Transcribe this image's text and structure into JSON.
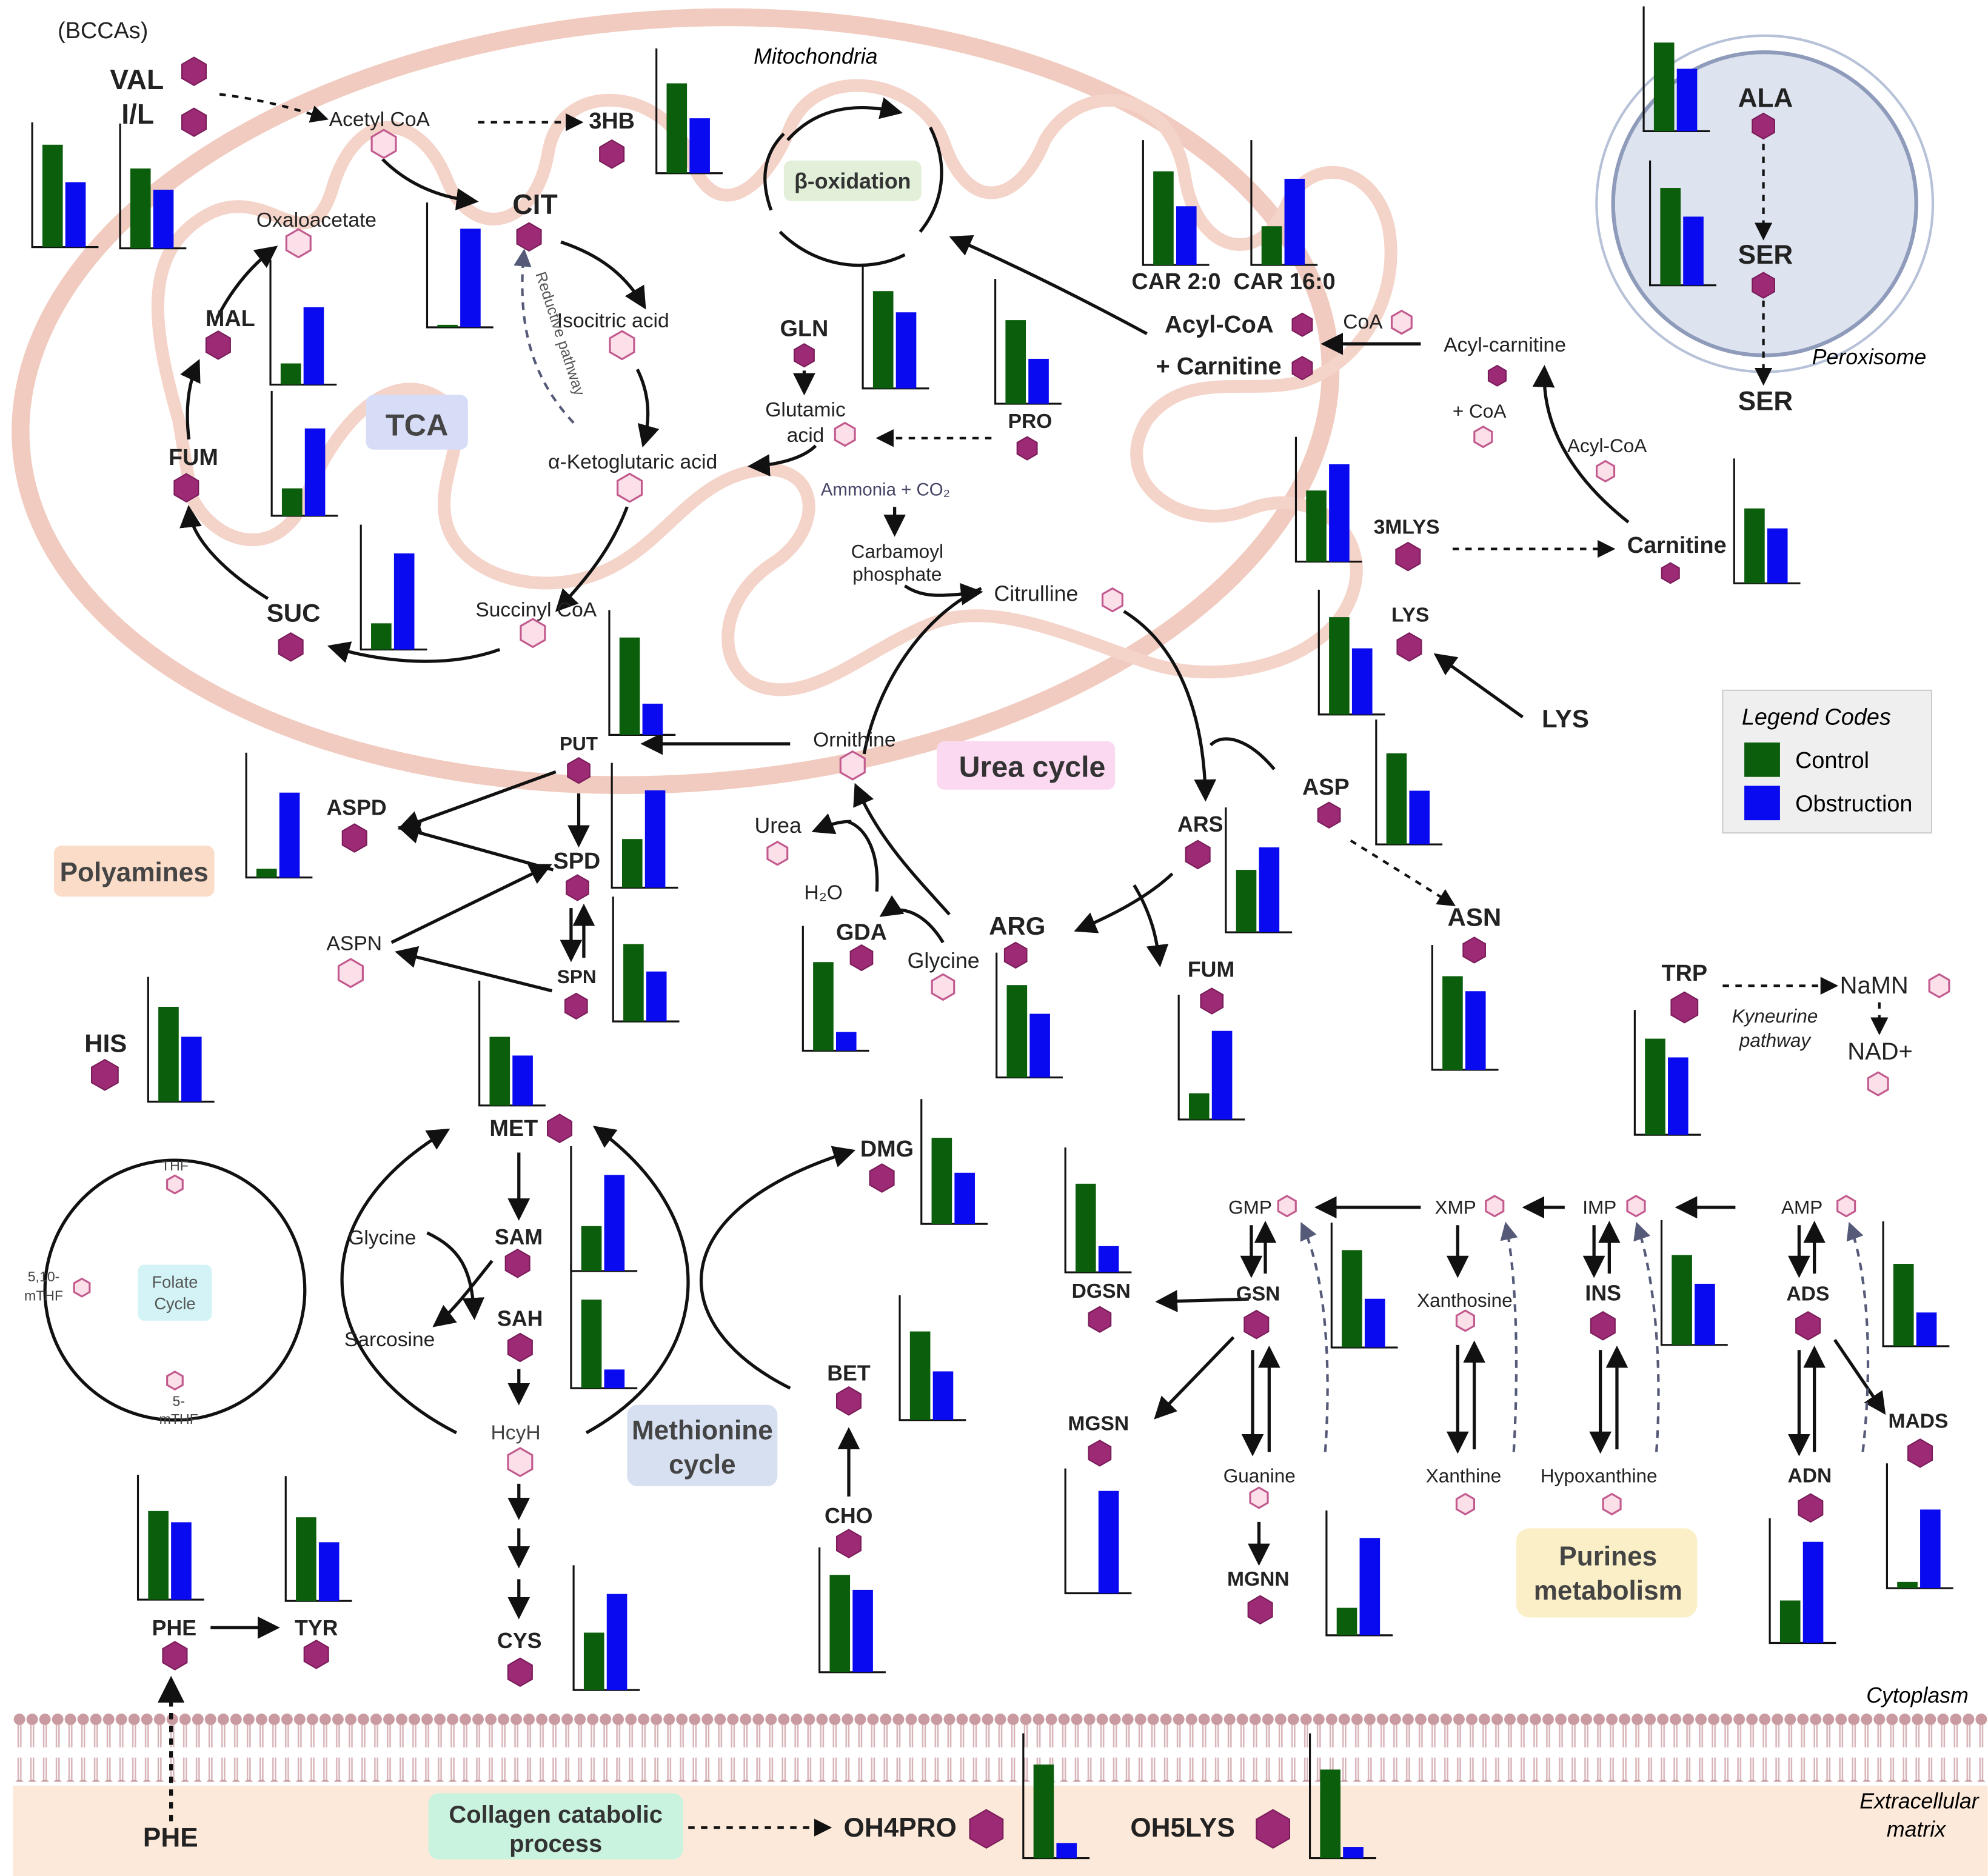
{
  "colors": {
    "control": "#0b5e0b",
    "obstruction": "#0a0af0",
    "hex_dark": "#9c2a74",
    "hex_light": "#fbe0ea",
    "mito": "#f3c9bd",
    "bg_matrix": "#fde9d9"
  },
  "compartments": {
    "mitochondria": "Mitochondria",
    "peroxisome": "Peroxisome",
    "cytoplasm": "Cytoplasm",
    "extracellular": [
      "Extracellular",
      "matrix"
    ]
  },
  "pathway_boxes": {
    "tca": "TCA",
    "beta_ox": "β-oxidation",
    "urea": "Urea cycle",
    "polyamines": "Polyamines",
    "folate": [
      "Folate",
      "Cycle"
    ],
    "methionine": [
      "Methionine",
      "cycle"
    ],
    "purines": [
      "Purines",
      "metabolism"
    ],
    "collagen": [
      "Collagen catabolic",
      "process"
    ]
  },
  "legend": {
    "title": "Legend Codes",
    "items": [
      "Control",
      "Obstruction"
    ]
  },
  "labels": {
    "bccas": "(BCCAs)",
    "val": "VAL",
    "il": "I/L",
    "acetylcoa": "Acetyl CoA",
    "hb3": "3HB",
    "cit": "CIT",
    "oxaloacetate": "Oxaloacetate",
    "isocitric": "Isocitric acid",
    "reductive": "Reductive pathway",
    "mal": "MAL",
    "fum": "FUM",
    "suc": "SUC",
    "akg": "α-Ketoglutaric acid",
    "succoa": "Succinyl CoA",
    "gln": "GLN",
    "glut": [
      "Glutamic",
      "acid"
    ],
    "pro": "PRO",
    "ammonia": "Ammonia + CO₂",
    "carbamoyl": [
      "Carbamoyl",
      "phosphate"
    ],
    "citrulline": "Citrulline",
    "car20": "CAR 2:0",
    "car160": "CAR 16:0",
    "acylcoa": "Acyl-CoA",
    "carnitine_plus": "+ Carnitine",
    "coa": "CoA",
    "acylcarnitine": "Acyl-carnitine",
    "pluscoa": "+ CoA",
    "acylcoa2": "Acyl-CoA",
    "mlys3": "3MLYS",
    "carnitine": "Carnitine",
    "lys": "LYS",
    "lys_out": "LYS",
    "ala": "ALA",
    "ser": "SER",
    "ser_out": "SER",
    "asp": "ASP",
    "asn": "ASN",
    "ars": "ARS",
    "fum2": "FUM",
    "arg": "ARG",
    "ornithine": "Ornithine",
    "urea": "Urea",
    "h2o": "H₂O",
    "gda": "GDA",
    "glycine": "Glycine",
    "put": "PUT",
    "aspd": "ASPD",
    "spd": "SPD",
    "aspn": "ASPN",
    "spn": "SPN",
    "his": "HIS",
    "met": "MET",
    "sam": "SAM",
    "sah": "SAH",
    "hcyh": "HcyH",
    "cys": "CYS",
    "glycine2": "Glycine",
    "sarcosine": "Sarcosine",
    "dmg": "DMG",
    "bet": "BET",
    "cho": "CHO",
    "thf": "THF",
    "mthf510": [
      "5,10-",
      "mTHF"
    ],
    "mthf5": [
      "5-",
      "mTHF"
    ],
    "phe": "PHE",
    "tyr": "TYR",
    "phe_out": "PHE",
    "trp": "TRP",
    "namn": "NaMN",
    "nad": "NAD+",
    "kyn": [
      "Kyneurine",
      "pathway"
    ],
    "dgsn": "DGSN",
    "gmp": "GMP",
    "xmp": "XMP",
    "imp": "IMP",
    "amp": "AMP",
    "gsn": "GSN",
    "xanthosine": "Xanthosine",
    "ins": "INS",
    "ads": "ADS",
    "mads": "MADS",
    "mgsn": "MGSN",
    "guanine": "Guanine",
    "xanthine": "Xanthine",
    "hypoxanthine": "Hypoxanthine",
    "adn": "ADN",
    "mgnn": "MGNN",
    "oh4pro": "OH4PRO",
    "oh5lys": "OH5LYS"
  },
  "chart_data": [
    {
      "type": "bar",
      "name": "VAL",
      "series": [
        {
          "name": "Control",
          "values": [
            82
          ]
        },
        {
          "name": "Obstruction",
          "values": [
            52
          ]
        }
      ],
      "ylim": [
        0,
        100
      ]
    },
    {
      "type": "bar",
      "name": "I/L",
      "series": [
        {
          "name": "Control",
          "values": [
            64
          ]
        },
        {
          "name": "Obstruction",
          "values": [
            47
          ]
        }
      ],
      "ylim": [
        0,
        100
      ]
    },
    {
      "type": "bar",
      "name": "3HB",
      "series": [
        {
          "name": "Control",
          "values": [
            72
          ]
        },
        {
          "name": "Obstruction",
          "values": [
            44
          ]
        }
      ],
      "ylim": [
        0,
        100
      ]
    },
    {
      "type": "bar",
      "name": "CIT",
      "series": [
        {
          "name": "Control",
          "values": [
            2
          ]
        },
        {
          "name": "Obstruction",
          "values": [
            79
          ]
        }
      ],
      "ylim": [
        0,
        100
      ]
    },
    {
      "type": "bar",
      "name": "MAL",
      "series": [
        {
          "name": "Control",
          "values": [
            17
          ]
        },
        {
          "name": "Obstruction",
          "values": [
            62
          ]
        }
      ],
      "ylim": [
        0,
        100
      ]
    },
    {
      "type": "bar",
      "name": "FUM",
      "series": [
        {
          "name": "Control",
          "values": [
            22
          ]
        },
        {
          "name": "Obstruction",
          "values": [
            70
          ]
        }
      ],
      "ylim": [
        0,
        100
      ]
    },
    {
      "type": "bar",
      "name": "SUC",
      "series": [
        {
          "name": "Control",
          "values": [
            21
          ]
        },
        {
          "name": "Obstruction",
          "values": [
            77
          ]
        }
      ],
      "ylim": [
        0,
        100
      ]
    },
    {
      "type": "bar",
      "name": "GLN",
      "series": [
        {
          "name": "Control",
          "values": [
            78
          ]
        },
        {
          "name": "Obstruction",
          "values": [
            61
          ]
        }
      ],
      "ylim": [
        0,
        100
      ]
    },
    {
      "type": "bar",
      "name": "PRO",
      "series": [
        {
          "name": "Control",
          "values": [
            67
          ]
        },
        {
          "name": "Obstruction",
          "values": [
            36
          ]
        }
      ],
      "ylim": [
        0,
        100
      ]
    },
    {
      "type": "bar",
      "name": "CAR 2:0",
      "series": [
        {
          "name": "Control",
          "values": [
            75
          ]
        },
        {
          "name": "Obstruction",
          "values": [
            47
          ]
        }
      ],
      "ylim": [
        0,
        100
      ]
    },
    {
      "type": "bar",
      "name": "CAR 16:0",
      "series": [
        {
          "name": "Control",
          "values": [
            31
          ]
        },
        {
          "name": "Obstruction",
          "values": [
            69
          ]
        }
      ],
      "ylim": [
        0,
        100
      ]
    },
    {
      "type": "bar",
      "name": "ALA",
      "series": [
        {
          "name": "Control",
          "values": [
            71
          ]
        },
        {
          "name": "Obstruction",
          "values": [
            50
          ]
        }
      ],
      "ylim": [
        0,
        100
      ]
    },
    {
      "type": "bar",
      "name": "SER",
      "series": [
        {
          "name": "Control",
          "values": [
            78
          ]
        },
        {
          "name": "Obstruction",
          "values": [
            55
          ]
        }
      ],
      "ylim": [
        0,
        100
      ]
    },
    {
      "type": "bar",
      "name": "3MLYS",
      "series": [
        {
          "name": "Control",
          "values": [
            57
          ]
        },
        {
          "name": "Obstruction",
          "values": [
            78
          ]
        }
      ],
      "ylim": [
        0,
        100
      ]
    },
    {
      "type": "bar",
      "name": "Carnitine",
      "series": [
        {
          "name": "Control",
          "values": [
            60
          ]
        },
        {
          "name": "Obstruction",
          "values": [
            44
          ]
        }
      ],
      "ylim": [
        0,
        100
      ]
    },
    {
      "type": "bar",
      "name": "LYS",
      "series": [
        {
          "name": "Control",
          "values": [
            78
          ]
        },
        {
          "name": "Obstruction",
          "values": [
            53
          ]
        }
      ],
      "ylim": [
        0,
        100
      ]
    },
    {
      "type": "bar",
      "name": "ASP",
      "series": [
        {
          "name": "Control",
          "values": [
            73
          ]
        },
        {
          "name": "Obstruction",
          "values": [
            43
          ]
        }
      ],
      "ylim": [
        0,
        100
      ]
    },
    {
      "type": "bar",
      "name": "ASN",
      "series": [
        {
          "name": "Control",
          "values": [
            75
          ]
        },
        {
          "name": "Obstruction",
          "values": [
            63
          ]
        }
      ],
      "ylim": [
        0,
        100
      ]
    },
    {
      "type": "bar",
      "name": "ARS",
      "series": [
        {
          "name": "Control",
          "values": [
            50
          ]
        },
        {
          "name": "Obstruction",
          "values": [
            68
          ]
        }
      ],
      "ylim": [
        0,
        100
      ]
    },
    {
      "type": "bar",
      "name": "FUM (urea cycle)",
      "series": [
        {
          "name": "Control",
          "values": [
            21
          ]
        },
        {
          "name": "Obstruction",
          "values": [
            71
          ]
        }
      ],
      "ylim": [
        0,
        100
      ]
    },
    {
      "type": "bar",
      "name": "ARG",
      "series": [
        {
          "name": "Control",
          "values": [
            74
          ]
        },
        {
          "name": "Obstruction",
          "values": [
            51
          ]
        }
      ],
      "ylim": [
        0,
        100
      ]
    },
    {
      "type": "bar",
      "name": "GDA",
      "series": [
        {
          "name": "Control",
          "values": [
            71
          ]
        },
        {
          "name": "Obstruction",
          "values": [
            15
          ]
        }
      ],
      "ylim": [
        0,
        100
      ]
    },
    {
      "type": "bar",
      "name": "PUT",
      "series": [
        {
          "name": "Control",
          "values": [
            78
          ]
        },
        {
          "name": "Obstruction",
          "values": [
            25
          ]
        }
      ],
      "ylim": [
        0,
        100
      ]
    },
    {
      "type": "bar",
      "name": "ASPD",
      "series": [
        {
          "name": "Control",
          "values": [
            7
          ]
        },
        {
          "name": "Obstruction",
          "values": [
            68
          ]
        }
      ],
      "ylim": [
        0,
        100
      ]
    },
    {
      "type": "bar",
      "name": "SPD",
      "series": [
        {
          "name": "Control",
          "values": [
            39
          ]
        },
        {
          "name": "Obstruction",
          "values": [
            78
          ]
        }
      ],
      "ylim": [
        0,
        100
      ]
    },
    {
      "type": "bar",
      "name": "SPN",
      "series": [
        {
          "name": "Control",
          "values": [
            62
          ]
        },
        {
          "name": "Obstruction",
          "values": [
            40
          ]
        }
      ],
      "ylim": [
        0,
        100
      ]
    },
    {
      "type": "bar",
      "name": "HIS",
      "series": [
        {
          "name": "Control",
          "values": [
            76
          ]
        },
        {
          "name": "Obstruction",
          "values": [
            52
          ]
        }
      ],
      "ylim": [
        0,
        100
      ]
    },
    {
      "type": "bar",
      "name": "MET",
      "series": [
        {
          "name": "Control",
          "values": [
            55
          ]
        },
        {
          "name": "Obstruction",
          "values": [
            40
          ]
        }
      ],
      "ylim": [
        0,
        100
      ]
    },
    {
      "type": "bar",
      "name": "SAM",
      "series": [
        {
          "name": "Control",
          "values": [
            36
          ]
        },
        {
          "name": "Obstruction",
          "values": [
            77
          ]
        }
      ],
      "ylim": [
        0,
        100
      ]
    },
    {
      "type": "bar",
      "name": "SAH",
      "series": [
        {
          "name": "Control",
          "values": [
            71
          ]
        },
        {
          "name": "Obstruction",
          "values": [
            15
          ]
        }
      ],
      "ylim": [
        0,
        100
      ]
    },
    {
      "type": "bar",
      "name": "CYS",
      "series": [
        {
          "name": "Control",
          "values": [
            46
          ]
        },
        {
          "name": "Obstruction",
          "values": [
            77
          ]
        }
      ],
      "ylim": [
        0,
        100
      ]
    },
    {
      "type": "bar",
      "name": "DMG",
      "series": [
        {
          "name": "Control",
          "values": [
            69
          ]
        },
        {
          "name": "Obstruction",
          "values": [
            41
          ]
        }
      ],
      "ylim": [
        0,
        100
      ]
    },
    {
      "type": "bar",
      "name": "BET",
      "series": [
        {
          "name": "Control",
          "values": [
            71
          ]
        },
        {
          "name": "Obstruction",
          "values": [
            39
          ]
        }
      ],
      "ylim": [
        0,
        100
      ]
    },
    {
      "type": "bar",
      "name": "CHO",
      "series": [
        {
          "name": "Control",
          "values": [
            78
          ]
        },
        {
          "name": "Obstruction",
          "values": [
            66
          ]
        }
      ],
      "ylim": [
        0,
        100
      ]
    },
    {
      "type": "bar",
      "name": "PHE",
      "series": [
        {
          "name": "Control",
          "values": [
            71
          ]
        },
        {
          "name": "Obstruction",
          "values": [
            62
          ]
        }
      ],
      "ylim": [
        0,
        100
      ]
    },
    {
      "type": "bar",
      "name": "TYR",
      "series": [
        {
          "name": "Control",
          "values": [
            67
          ]
        },
        {
          "name": "Obstruction",
          "values": [
            47
          ]
        }
      ],
      "ylim": [
        0,
        100
      ]
    },
    {
      "type": "bar",
      "name": "TRP",
      "series": [
        {
          "name": "Control",
          "values": [
            77
          ]
        },
        {
          "name": "Obstruction",
          "values": [
            62
          ]
        }
      ],
      "ylim": [
        0,
        100
      ]
    },
    {
      "type": "bar",
      "name": "DGSN",
      "series": [
        {
          "name": "Control",
          "values": [
            71
          ]
        },
        {
          "name": "Obstruction",
          "values": [
            21
          ]
        }
      ],
      "ylim": [
        0,
        100
      ]
    },
    {
      "type": "bar",
      "name": "GSN",
      "series": [
        {
          "name": "Control",
          "values": [
            78
          ]
        },
        {
          "name": "Obstruction",
          "values": [
            39
          ]
        }
      ],
      "ylim": [
        0,
        100
      ]
    },
    {
      "type": "bar",
      "name": "INS",
      "series": [
        {
          "name": "Control",
          "values": [
            72
          ]
        },
        {
          "name": "Obstruction",
          "values": [
            49
          ]
        }
      ],
      "ylim": [
        0,
        100
      ]
    },
    {
      "type": "bar",
      "name": "ADS",
      "series": [
        {
          "name": "Control",
          "values": [
            66
          ]
        },
        {
          "name": "Obstruction",
          "values": [
            27
          ]
        }
      ],
      "ylim": [
        0,
        100
      ]
    },
    {
      "type": "bar",
      "name": "MGSN",
      "series": [
        {
          "name": "Control",
          "values": [
            0
          ]
        },
        {
          "name": "Obstruction",
          "values": [
            82
          ]
        }
      ],
      "ylim": [
        0,
        100
      ]
    },
    {
      "type": "bar",
      "name": "MGNN",
      "series": [
        {
          "name": "Control",
          "values": [
            22
          ]
        },
        {
          "name": "Obstruction",
          "values": [
            78
          ]
        }
      ],
      "ylim": [
        0,
        100
      ]
    },
    {
      "type": "bar",
      "name": "ADN",
      "series": [
        {
          "name": "Control",
          "values": [
            34
          ]
        },
        {
          "name": "Obstruction",
          "values": [
            81
          ]
        }
      ],
      "ylim": [
        0,
        100
      ]
    },
    {
      "type": "bar",
      "name": "MADS",
      "series": [
        {
          "name": "Control",
          "values": [
            5
          ]
        },
        {
          "name": "Obstruction",
          "values": [
            63
          ]
        }
      ],
      "ylim": [
        0,
        100
      ]
    },
    {
      "type": "bar",
      "name": "OH4PRO",
      "series": [
        {
          "name": "Control",
          "values": [
            75
          ]
        },
        {
          "name": "Obstruction",
          "values": [
            12
          ]
        }
      ],
      "ylim": [
        0,
        100
      ]
    },
    {
      "type": "bar",
      "name": "OH5LYS",
      "series": [
        {
          "name": "Control",
          "values": [
            71
          ]
        },
        {
          "name": "Obstruction",
          "values": [
            9
          ]
        }
      ],
      "ylim": [
        0,
        100
      ]
    }
  ]
}
